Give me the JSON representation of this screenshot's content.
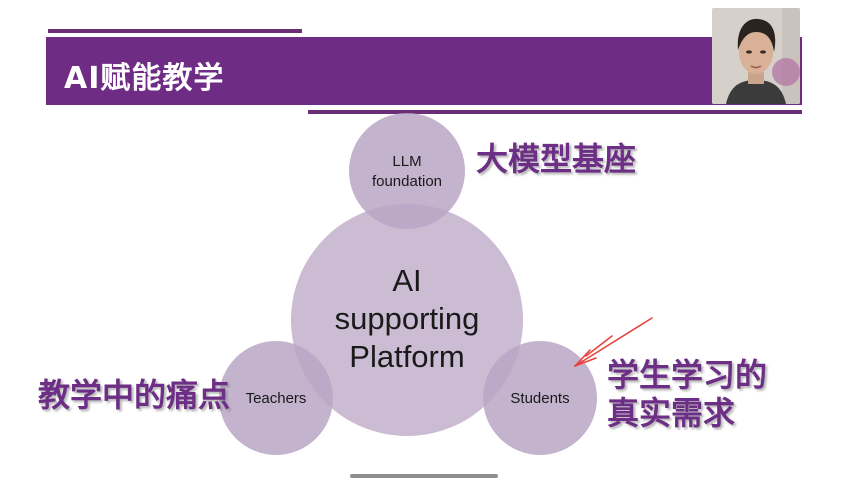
{
  "slide": {
    "title": "AI赋能教学"
  },
  "diagram": {
    "center_circle": {
      "line1": "AI",
      "line2": "supporting",
      "line3": "Platform"
    },
    "llm_circle": {
      "line1": "LLM",
      "line2": "foundation"
    },
    "teachers_circle": {
      "label": "Teachers"
    },
    "students_circle": {
      "label": "Students"
    }
  },
  "labels": {
    "llm_cn": "大模型基座",
    "teachers_cn": "教学中的痛点",
    "students_cn_line1": "学生学习的",
    "students_cn_line2": "真实需求"
  },
  "colors": {
    "header_bg": "#6e2c84",
    "circle_fill": "#b9a6c4",
    "accent_text": "#6d2e86",
    "annotation_arrow": "#e8433c"
  }
}
